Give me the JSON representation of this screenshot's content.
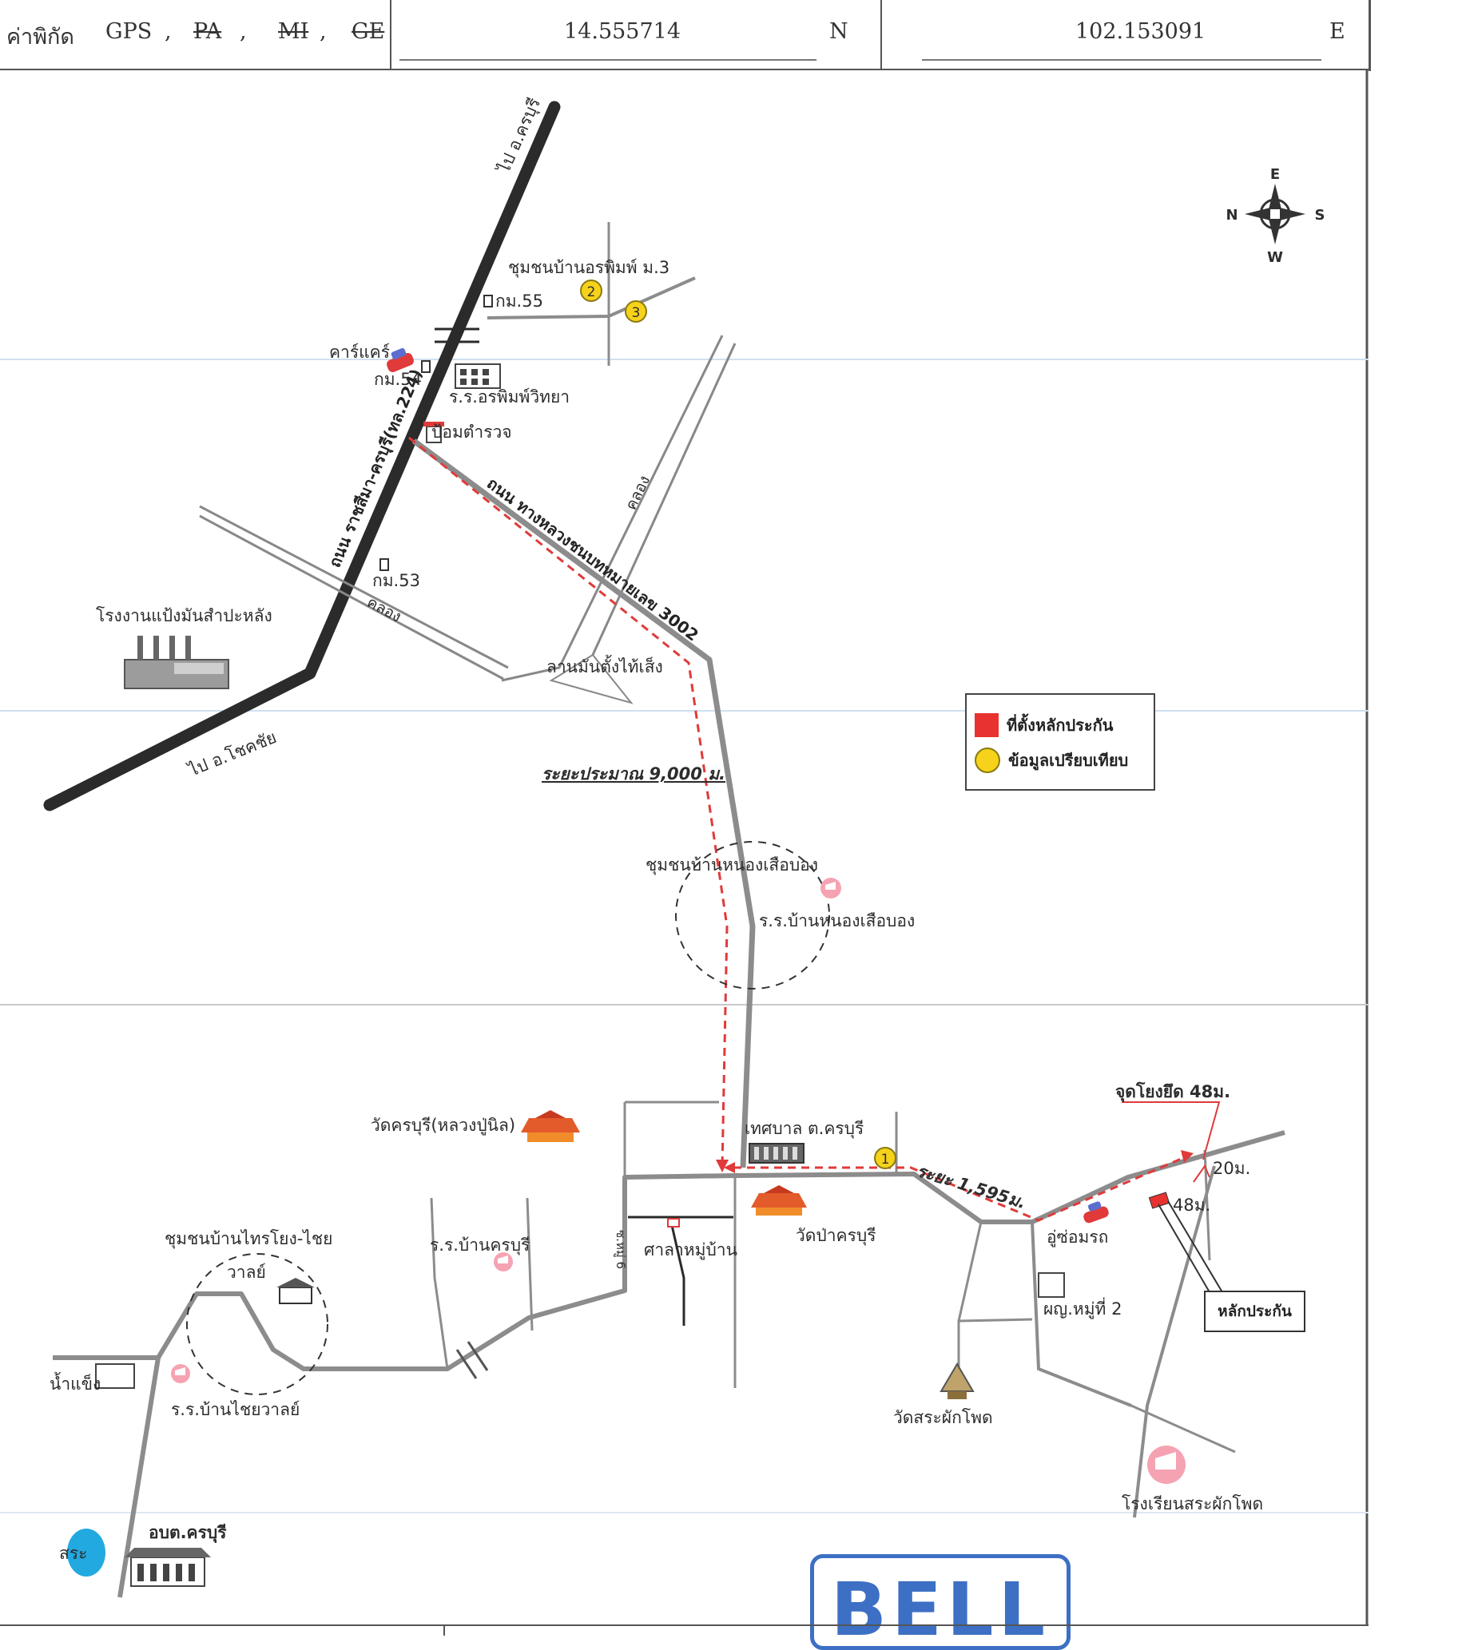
{
  "header": {
    "label": "ค่าพิกัด",
    "gps": "GPS",
    "sep": ",",
    "pa": "PA",
    "mi": "MI",
    "ge": "GE",
    "lat_value": "14.555714",
    "lat_dir": "N",
    "lon_value": "102.153091",
    "lon_dir": "E"
  },
  "compass": {
    "n": "N",
    "e": "E",
    "s": "S",
    "w": "W"
  },
  "legend": {
    "collateral": "ที่ตั้งหลักประกัน",
    "comparison": "ข้อมูลเปรียบเทียบ"
  },
  "colors": {
    "main_road": "#2b2b2b",
    "secondary_road": "#8c8c8c",
    "route": "#e03a3a",
    "collateral": "#e8322f",
    "comparison": "#f6d21a",
    "stamp": "#3d6fc4",
    "pond": "#22a9e0"
  },
  "map": {
    "to_khon_buri": "ไป อ.ครบุรี",
    "to_chok_chai": "ไป อ.โชคชัย",
    "road_main": "ถนน ราชสีมา-ครบุรี(ทล.224)",
    "road_3002": "ถนน ทางหลวงชนบทหมายเลข 3002",
    "canal1": "คลอง",
    "canal2": "คลอง",
    "community_onphim": "ชุมชนบ้านอรพิมพ์ ม.3",
    "km55": "กม.55",
    "km54": "กม.54",
    "km53": "กม.53",
    "carcare": "คาร์แคร์",
    "school_onphim": "ร.ร.อรพิมพ์วิทยา",
    "police": "ป้อมตำรวจ",
    "factory": "โรงงานแป้งมันสำปะหลัง",
    "cassava_yard": "ลานมันตั้งไท้เส็ง",
    "distance_9000": "ระยะประมาณ 9,000 ม.",
    "community_nongsuea": "ชุมชนบ้านหนองเสือบอง",
    "school_nongsuea": "ร.ร.บ้านหนองเสือบอง",
    "wat_khonburi": "วัดครบุรี(หลวงปู่นิล)",
    "municipality": "เทศบาล ต.ครบุรี",
    "distance_1595": "ระยะ 1,595ม.",
    "link_point": "จุดโยงยึด 48ม.",
    "dist_20": "20ม.",
    "dist_48": "48ม.",
    "wat_pa": "วัดป่าครบุรี",
    "sala": "ศาลาหมู่บ้าน",
    "soi6": "ซ.หมู่ 6",
    "school_khonburi": "ร.ร.บ้านครบุรี",
    "community_saiyo": "ชุมชนบ้านไทรโยง-ไชย",
    "community_saiyo2": "วาลย์",
    "ice": "น้ำแข็ง",
    "school_chaiyawan": "ร.ร.บ้านไชยวาลย์",
    "garage": "อู่ซ่อมรถ",
    "village_head": "ผญ.หมู่ที่ 2",
    "collateral_callout": "หลักประกัน",
    "wat_saphak": "วัดสระผักโพด",
    "school_saphak": "โรงเรียนสระผักโพด",
    "sao": "อบต.ครบุรี",
    "pond": "สระ",
    "comparison_1": "1",
    "comparison_2": "2",
    "comparison_3": "3"
  },
  "stamp": {
    "text": "BELL"
  }
}
